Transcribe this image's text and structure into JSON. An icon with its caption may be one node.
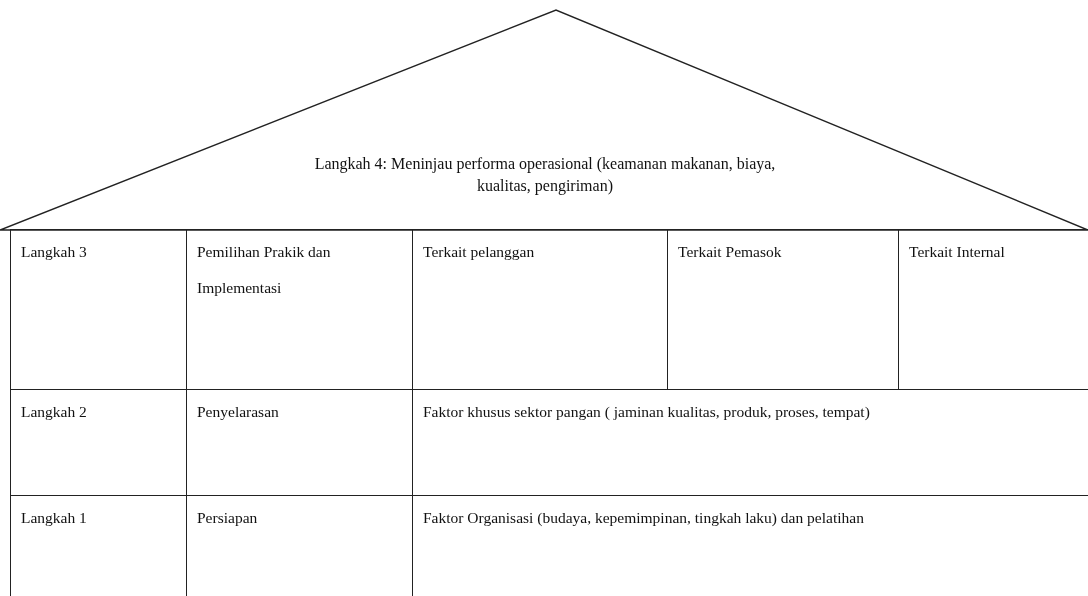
{
  "diagram": {
    "nodes": [
      {
        "text": [
          "Langkah 4: Meninjau performa operasional (keamanan makanan, biaya, kualitas,  pengiriman)"
        ]
      }
    ],
    "labels": [
      "Langkah  3",
      "Pemilihan Prakik dan  Implementasi",
      "Terkait pelanggan",
      "Terkait Pemasok",
      "Terkait Internal",
      "Langkah 2",
      "Penyelarasan",
      "Faktor khusus sektor pangan ( jaminan kualitas, produk, proses, tempat)",
      "Langkah 1",
      "Persiapan",
      "Faktor Organisasi  (budaya, kepemimpinan, tingkah laku) dan pelatihan"
    ]
  }
}
